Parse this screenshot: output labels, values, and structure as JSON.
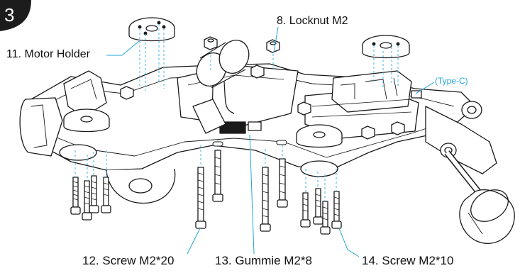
{
  "step": {
    "number": "3"
  },
  "labels": {
    "motor_holder": "11. Motor Holder",
    "locknut": "8. Locknut M2",
    "type_c": "(Type-C)",
    "screw_m2x20": "12. Screw M2*20",
    "gummie": "13. Gummie  M2*8",
    "screw_m2x10": "14. Screw M2*10"
  },
  "colors": {
    "leader_line": "#22a6d8",
    "guide_line": "#3fb6e8",
    "ink": "#1a1a1a",
    "step_badge": "#1c1c1c"
  },
  "parts": [
    {
      "icon": "motor-holder-icon"
    },
    {
      "icon": "locknut-icon"
    },
    {
      "icon": "screw-icon"
    },
    {
      "icon": "gummie-icon"
    },
    {
      "icon": "flight-controller-icon"
    },
    {
      "icon": "camera-icon"
    },
    {
      "icon": "capacitor-icon"
    },
    {
      "icon": "motor-icon"
    }
  ]
}
